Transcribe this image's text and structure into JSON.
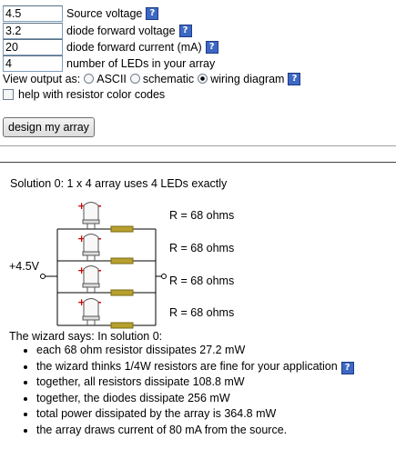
{
  "inputs": [
    {
      "value": "4.5",
      "label": "Source voltage"
    },
    {
      "value": "3.2",
      "label": "diode forward voltage"
    },
    {
      "value": "20",
      "label": "diode forward current (mA)"
    },
    {
      "value": "4",
      "label": "number of LEDs in your array"
    }
  ],
  "help_icon_glyph": "?",
  "view_output": {
    "prefix": "View output as:",
    "options": [
      "ASCII",
      "schematic",
      "wiring diagram"
    ],
    "selected": "wiring diagram"
  },
  "color_codes_label": "help with resistor color codes",
  "design_button": "design my array",
  "solution": {
    "title": "Solution 0: 1 x 4 array uses 4 LEDs exactly",
    "source_label": "+4.5V",
    "resistor_labels": [
      "R = 68 ohms",
      "R = 68 ohms",
      "R = 68 ohms",
      "R = 68 ohms"
    ],
    "led_plus": "+",
    "led_minus": "-"
  },
  "wizard": {
    "heading": "The wizard says: In solution 0:",
    "items": [
      "each 68 ohm resistor dissipates 27.2 mW",
      "the wizard thinks 1/4W resistors are fine for your application",
      "together, all resistors dissipate 108.8 mW",
      "together, the diodes dissipate 256 mW",
      "total power dissipated by the array is 364.8 mW",
      "the array draws current of 80 mA from the source."
    ]
  }
}
